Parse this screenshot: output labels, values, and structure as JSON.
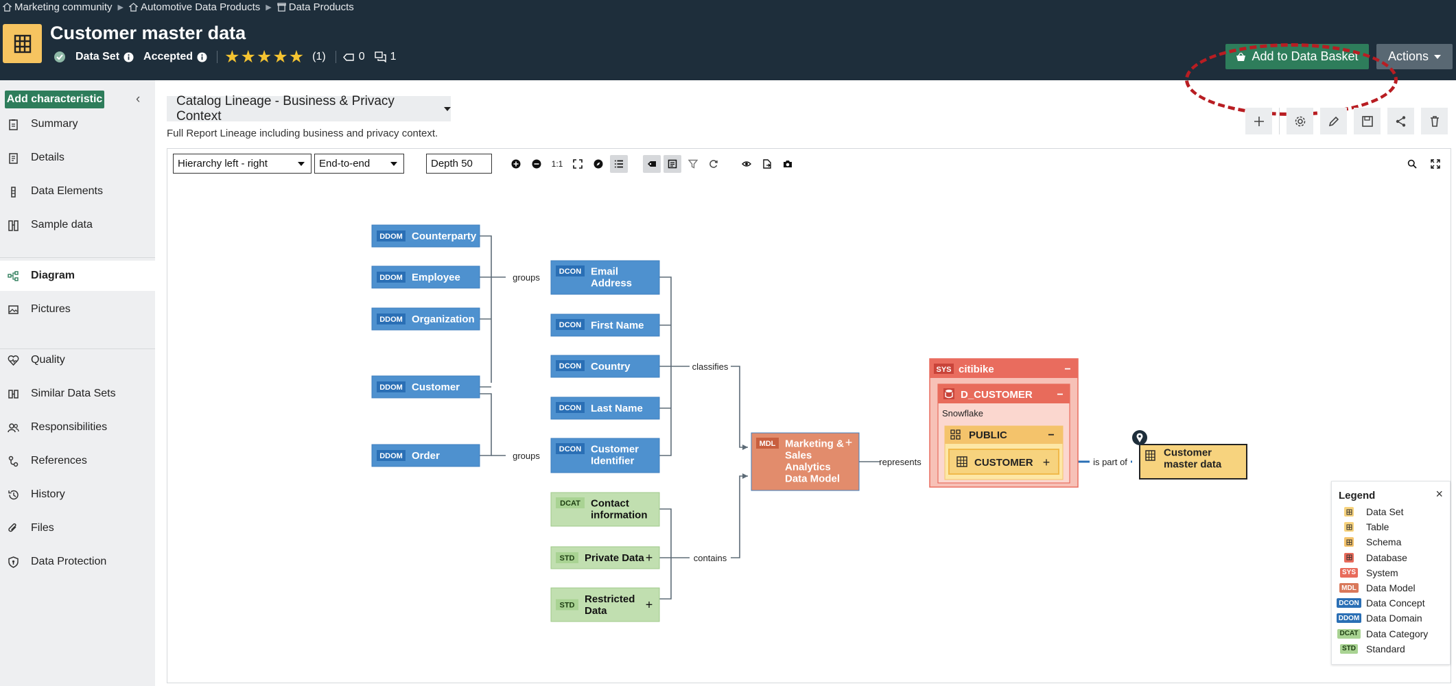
{
  "breadcrumb": [
    {
      "label": "Marketing community",
      "icon": "community-icon"
    },
    {
      "label": "Automotive Data Products",
      "icon": "community-icon"
    },
    {
      "label": "Data Products",
      "icon": "domain-icon"
    }
  ],
  "header": {
    "title": "Customer master data",
    "status_icon": "check-circle-icon",
    "asset_type": "Data Set",
    "status": "Accepted",
    "rating": 5,
    "rating_count": "(1)",
    "tags_count": "0",
    "comments_count": "1",
    "basket_label": "Add to Data Basket",
    "actions_label": "Actions"
  },
  "sidebar": {
    "add_label": "Add characteristic",
    "items": [
      "Summary",
      "Details",
      "Data Elements",
      "Sample data",
      "Diagram",
      "Pictures",
      "Quality",
      "Similar Data Sets",
      "Responsibilities",
      "References",
      "History",
      "Files",
      "Data Protection"
    ],
    "active": "Diagram"
  },
  "view": {
    "name": "Catalog Lineage - Business & Privacy Context",
    "description": "Full Report Lineage including business and privacy context."
  },
  "toolbar": {
    "layout": "Hierarchy left - right",
    "mode": "End-to-end",
    "depth": "Depth 50",
    "zoom_reset": "1:1"
  },
  "colors": {
    "ddom": "#4e91cf",
    "dcon": "#4e91cf",
    "dcat": "#c1dfb0",
    "std": "#c1dfb0",
    "mdl": "#e28c6c",
    "sys_header": "#e96c5e",
    "sys_body": "#f7c1b7",
    "db_header": "#e86b5b",
    "schema": "#f4c36b",
    "table": "#f7d37e",
    "dataset": "#f7d37e",
    "accent": "#2e7d5b"
  },
  "diagram": {
    "nodes": [
      {
        "tag": "DDOM",
        "label": "Counterparty"
      },
      {
        "tag": "DDOM",
        "label": "Employee"
      },
      {
        "tag": "DDOM",
        "label": "Organization"
      },
      {
        "tag": "DDOM",
        "label": "Customer"
      },
      {
        "tag": "DDOM",
        "label": "Order"
      },
      {
        "tag": "DCON",
        "label": "Email\nAddress"
      },
      {
        "tag": "DCON",
        "label": "First Name"
      },
      {
        "tag": "DCON",
        "label": "Country"
      },
      {
        "tag": "DCON",
        "label": "Last Name"
      },
      {
        "tag": "DCON",
        "label": "Customer\nIdentifier"
      },
      {
        "tag": "DCAT",
        "label": "Contact\ninformation"
      },
      {
        "tag": "STD",
        "label": "Private Data"
      },
      {
        "tag": "STD",
        "label": "Restricted\nData"
      },
      {
        "tag": "MDL",
        "label": "Marketing &\nSales\nAnalytics\nData Model"
      },
      {
        "tag": "SYS",
        "label": "citibike"
      },
      {
        "tag": "",
        "label": "D_CUSTOMER"
      },
      {
        "tag": "",
        "label": "Snowflake"
      },
      {
        "tag": "",
        "label": "PUBLIC"
      },
      {
        "tag": "",
        "label": "CUSTOMER"
      },
      {
        "tag": "",
        "label": "Customer\nmaster data"
      }
    ],
    "edge_labels": [
      "groups",
      "groups",
      "classifies",
      "contains",
      "represents",
      "is part of"
    ]
  },
  "legend": {
    "title": "Legend",
    "items": [
      {
        "label": "Data Set",
        "kind": "square",
        "color": "#f7d37e",
        "icon": "dataset-icon"
      },
      {
        "label": "Table",
        "kind": "square",
        "color": "#f7d37e",
        "icon": "table-icon"
      },
      {
        "label": "Schema",
        "kind": "square",
        "color": "#f4c36b",
        "icon": "schema-icon"
      },
      {
        "label": "Database",
        "kind": "square",
        "color": "#e86b5b",
        "icon": "database-icon"
      },
      {
        "label": "System",
        "kind": "tag",
        "tag": "SYS",
        "color": "#e86b5b"
      },
      {
        "label": "Data Model",
        "kind": "tag",
        "tag": "MDL",
        "color": "#d9785a"
      },
      {
        "label": "Data Concept",
        "kind": "tag",
        "tag": "DCON",
        "color": "#2a6fb5"
      },
      {
        "label": "Data Domain",
        "kind": "tag",
        "tag": "DDOM",
        "color": "#2a6fb5"
      },
      {
        "label": "Data Category",
        "kind": "tag",
        "tag": "DCAT",
        "color": "#a9d393"
      },
      {
        "label": "Standard",
        "kind": "tag",
        "tag": "STD",
        "color": "#a9d393"
      }
    ]
  }
}
